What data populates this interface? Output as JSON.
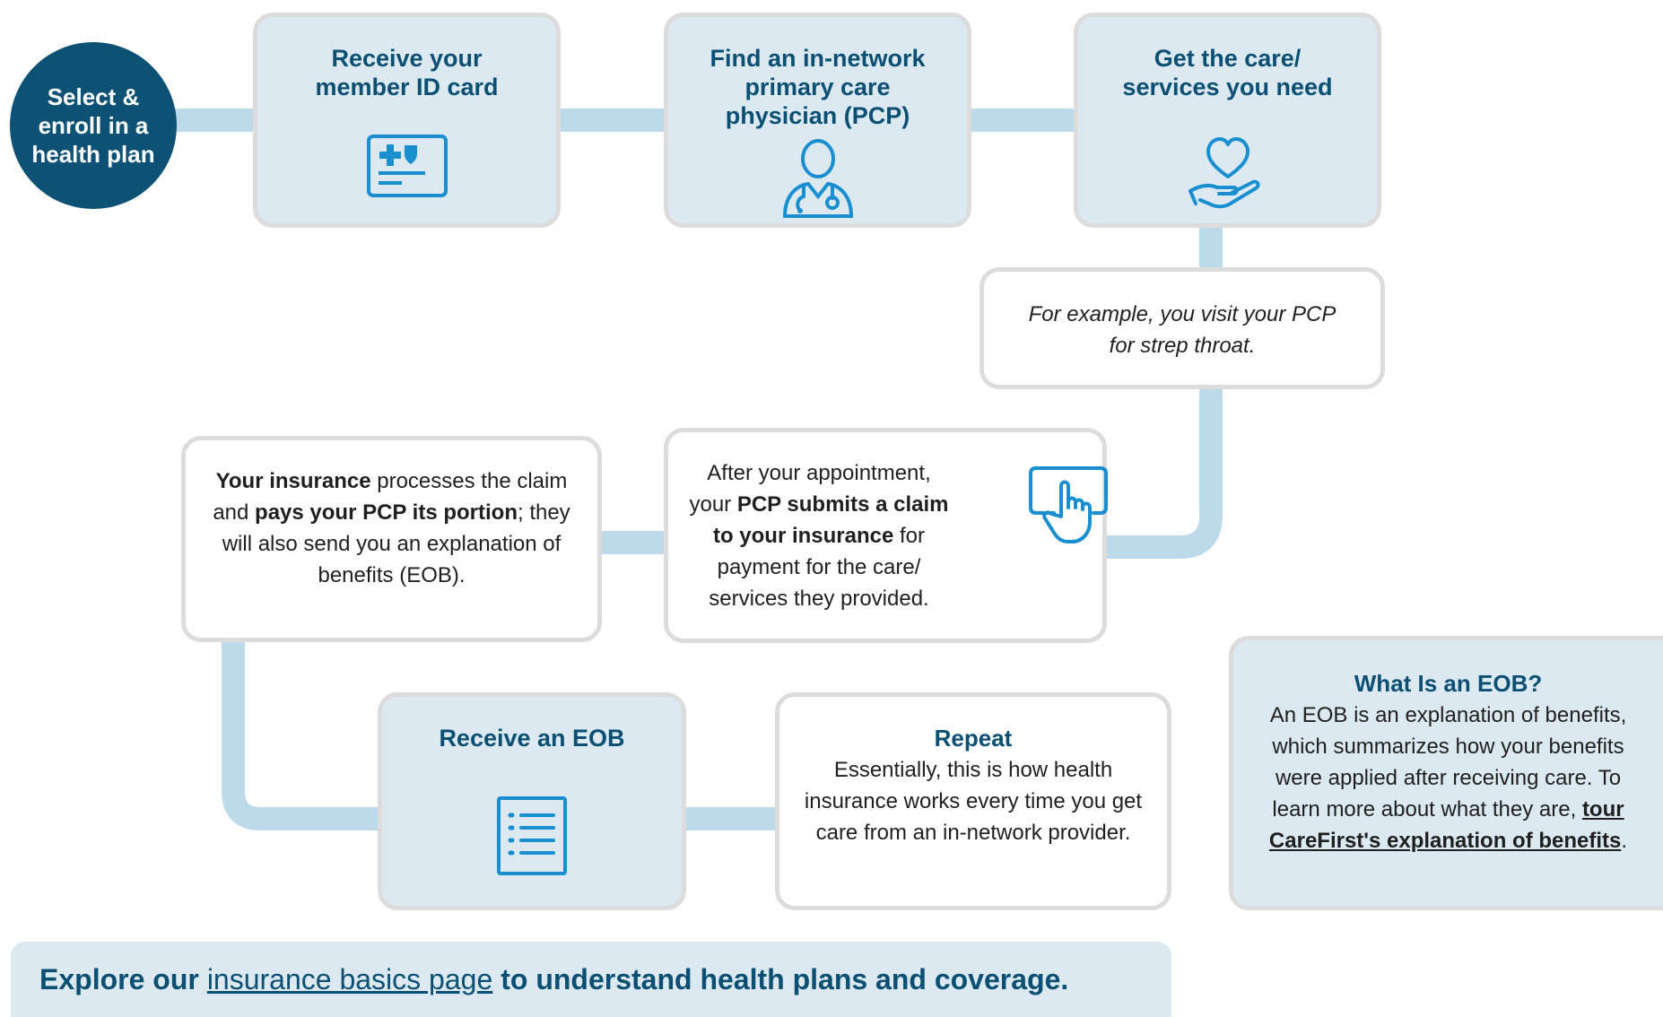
{
  "start": {
    "label": "Select & enroll in a health plan"
  },
  "steps": [
    {
      "title": "Receive your member ID card",
      "icon": "id-card-icon"
    },
    {
      "title": "Find an in-network primary care physician (PCP)",
      "icon": "doctor-icon"
    },
    {
      "title": "Get the care/ services you need",
      "icon": "heart-hand-icon"
    }
  ],
  "example": {
    "text": "For example, you visit your PCP for strep throat."
  },
  "claim_step": {
    "part1": "After your appointment, your ",
    "bold1": "PCP submits a claim to your insurance",
    "part2": " for payment for the care/ services they provided.",
    "icon": "tap-screen-icon"
  },
  "insurance_step": {
    "bold1": "Your insurance",
    "part1": " processes the claim and ",
    "bold2": "pays your PCP its portion",
    "part2": "; they will also send you an explanation of benefits (EOB)."
  },
  "receive_eob": {
    "title": "Receive an EOB",
    "icon": "document-list-icon"
  },
  "repeat": {
    "title": "Repeat",
    "text": "Essentially, this is how health insurance works every time you get care from an in-network provider."
  },
  "eob_info": {
    "title": "What Is an EOB?",
    "text": "An EOB is an explanation of benefits, which summarizes how your benefits were applied after receiving care. To learn more about what they are, ",
    "link_text": "tour CareFirst's explanation of benefits",
    "end": "."
  },
  "banner": {
    "prefix": "Explore our",
    "link_text": "insurance basics page",
    "suffix": "to understand health plans and coverage."
  },
  "colors": {
    "accent": "#0b4f73",
    "box_fill": "#dce9f1",
    "connector": "#bcdae9",
    "icon": "#1a8fd0",
    "border": "#dcdcdc"
  }
}
